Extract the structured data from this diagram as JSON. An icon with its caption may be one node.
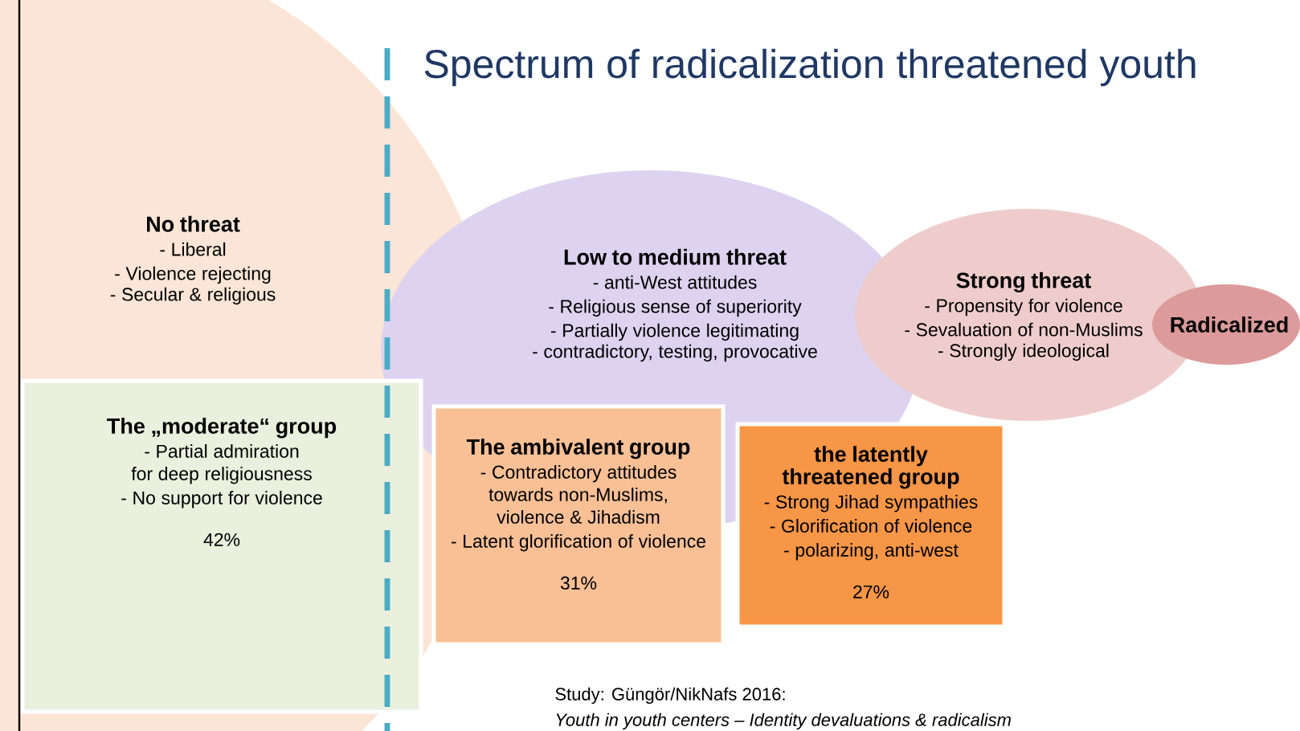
{
  "diagram": {
    "title": "Spectrum of radicalization threatened youth",
    "nodes": [
      {
        "text": [
          "No threat",
          "- Liberal",
          "- Violence rejecting",
          "- Secular & religious"
        ]
      },
      {
        "text": [
          "Low to medium threat",
          "- anti-West attitudes",
          "- Religious sense of superiority",
          "- Partially violence legitimating",
          "- contradictory, testing, provocative"
        ]
      },
      {
        "text": [
          "Strong threat",
          "- Propensity for violence",
          "- Sevaluation of non-Muslims",
          "- Strongly ideological"
        ]
      },
      {
        "text": [
          "Radicalized"
        ]
      },
      {
        "text": [
          "The „moderate“ group",
          "- Partial admiration for deep religiousness",
          "- No support for violence",
          "42%"
        ],
        "in": 0
      },
      {
        "text": [
          "The ambivalent group",
          "- Contradictory attitudes towards non-Muslims, violence & Jihadism",
          "- Latent glorification of violence",
          "31%"
        ]
      },
      {
        "text": [
          "the latently threatened group",
          "- Strong Jihad sympathies",
          "- Glorification of violence",
          "- polarizing, anti-west",
          "27%"
        ]
      }
    ],
    "labels": [
      "Study: Güngör/NikNafs 2016:",
      "Youth in youth centers – Identity devaluations & radicalism"
    ]
  }
}
